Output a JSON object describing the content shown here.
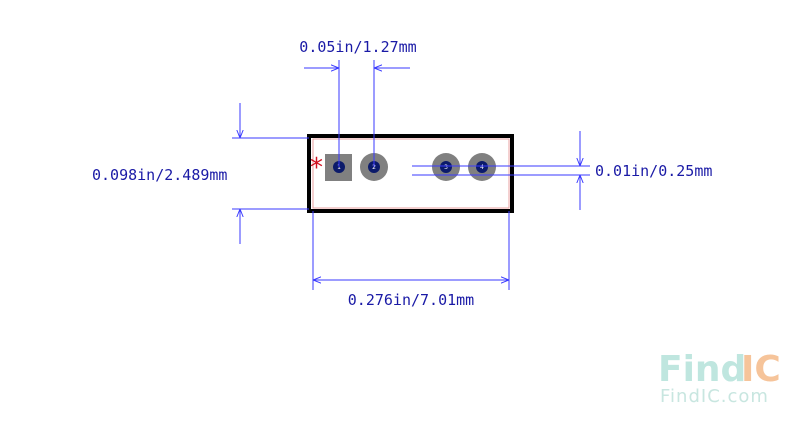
{
  "dimensions": {
    "pitch": "0.05in/1.27mm",
    "height": "0.098in/2.489mm",
    "pad_offset": "0.01in/0.25mm",
    "width": "0.276in/7.01mm"
  },
  "pins": [
    {
      "label": "1",
      "shape": "square"
    },
    {
      "label": "2",
      "shape": "round"
    },
    {
      "label": "3",
      "shape": "round"
    },
    {
      "label": "4",
      "shape": "round"
    }
  ],
  "pin1_marker": "*",
  "watermark": {
    "logo_find": "Find",
    "logo_ic": "IC",
    "site": "FindIC.com"
  },
  "colors": {
    "dimension_line": "#3a3aff",
    "body_outline": "#000000",
    "body_inner": "#e8a0a0",
    "pad": "#808080",
    "pin_center": "#0b1a6a",
    "pin1_marker": "#d01020",
    "watermark_find": "#bfe6df",
    "watermark_ic": "#f6c49a"
  }
}
